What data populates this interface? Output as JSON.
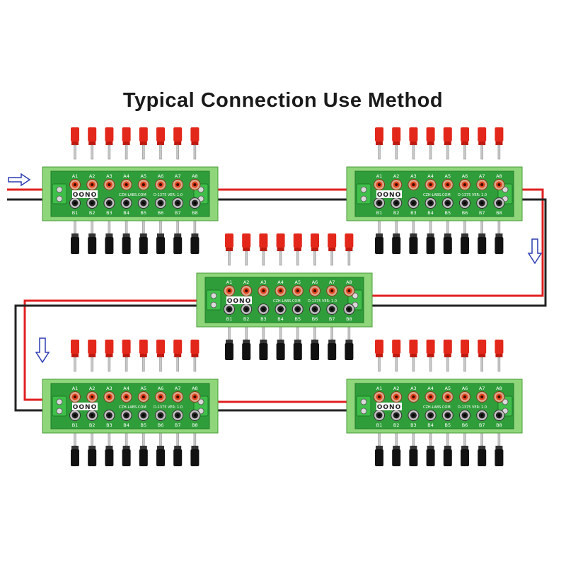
{
  "title": "Typical Connection Use Method",
  "board": {
    "top_labels": [
      "A1",
      "A2",
      "A3",
      "A4",
      "A5",
      "A6",
      "A7",
      "A8"
    ],
    "bottom_labels": [
      "B1",
      "B2",
      "B3",
      "B4",
      "B5",
      "B6",
      "B7",
      "B8"
    ],
    "brand": "OONO",
    "maker": "CZH-LABS.COM",
    "model": "D-1375 VER: 1.0"
  },
  "colors": {
    "board_green": "#2f9e3a",
    "rail_green": "#8fd67a",
    "wire_red": "#e02020",
    "wire_black": "#222222",
    "plug_red": "#e3271a",
    "plug_black": "#111111",
    "arrow": "#2b3bb0"
  }
}
